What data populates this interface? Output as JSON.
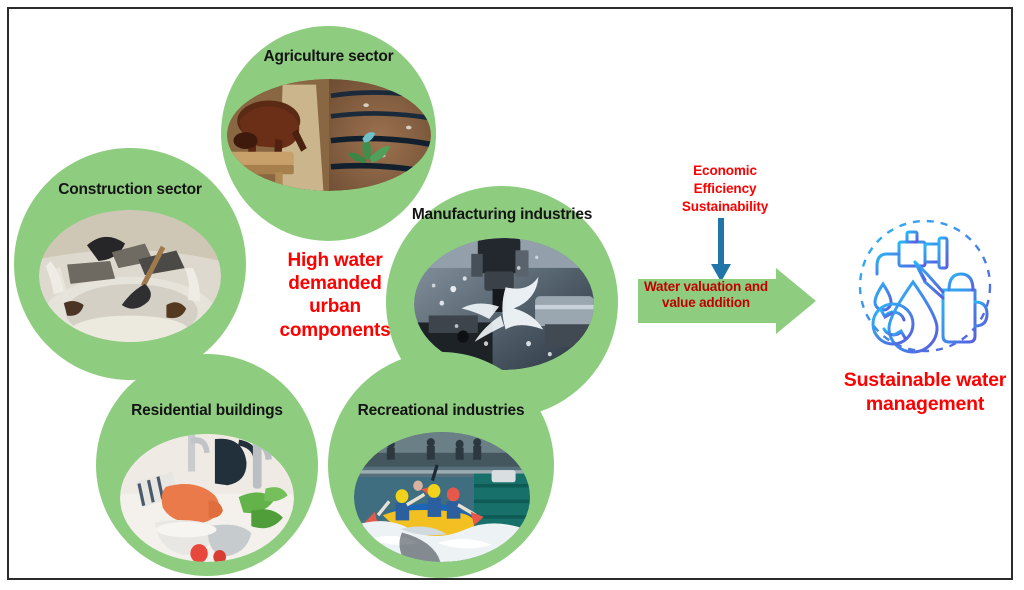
{
  "figure": {
    "title_visible": false,
    "border_color": "#2b2b2b",
    "background": "#ffffff"
  },
  "colors": {
    "petal_green": "#8ecd80",
    "arrow_green": "#8ecd80",
    "center_text_red": "#ff0000",
    "arrow_text_red": "#c00000",
    "label_black": "#141414",
    "vertical_arrow_blue": "#2275a8",
    "icon_blue_start": "#29b6f6",
    "icon_blue_end": "#5a5ce0"
  },
  "center": {
    "lines": [
      "High water",
      "demanded",
      "urban",
      "components"
    ],
    "full_text": "High water demanded urban components"
  },
  "petals": [
    {
      "id": "agriculture",
      "label": "Agriculture sector",
      "image_alt": "cow at feeding trough and drip irrigation line in a field"
    },
    {
      "id": "construction",
      "label": "Construction sector",
      "image_alt": "workers mixing cement and sand at a construction site"
    },
    {
      "id": "manufacturing",
      "label": "Manufacturing industries",
      "image_alt": "CNC machine tool with coolant water spraying"
    },
    {
      "id": "residential",
      "label": "Residential buildings",
      "image_alt": "gloved hands washing dishes in a kitchen sink"
    },
    {
      "id": "recreational",
      "label": "Recreational industries",
      "image_alt": "people whitewater rafting down an artificial rapid"
    }
  ],
  "criteria": {
    "lines": [
      "Economic",
      "Efficiency",
      "Sustainability"
    ],
    "full_text": "Economic Efficiency Sustainability"
  },
  "process_arrow": {
    "lines": [
      "Water valuation and",
      "value addition"
    ],
    "full_text": "Water valuation and value addition",
    "direction": "right"
  },
  "vertical_arrow": {
    "direction": "down"
  },
  "outcome": {
    "lines": [
      "Sustainable water",
      "management"
    ],
    "full_text": "Sustainable water management",
    "icon_name": "sustainable-water-management-icon",
    "icon_parts": [
      "faucet",
      "water-drop",
      "recycle-arrows",
      "watering-can",
      "dashed-circle"
    ]
  }
}
